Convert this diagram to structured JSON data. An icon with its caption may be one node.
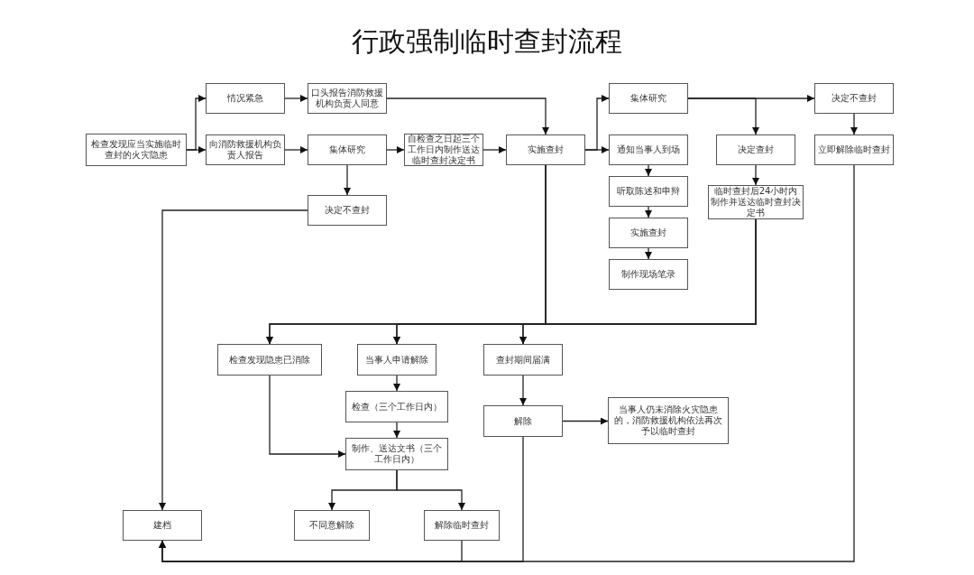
{
  "diagram": {
    "title": "行政强制临时查封流程",
    "nodes": [
      {
        "text": [
          "检查发现应当实施临时查封的火灾隐患"
        ]
      },
      {
        "text": [
          "情况紧急"
        ]
      },
      {
        "text": [
          "口头报告消防救援机构负责人同意"
        ]
      },
      {
        "text": [
          "向消防救援机构负责人报告"
        ]
      },
      {
        "text": [
          "集体研究"
        ]
      },
      {
        "text": [
          "自检查之日起三个工作日内制作送达临时查封决定书"
        ]
      },
      {
        "text": [
          "实施查封"
        ]
      },
      {
        "text": [
          "决定不查封"
        ]
      },
      {
        "text": [
          "集体研究"
        ]
      },
      {
        "text": [
          "通知当事人到场"
        ]
      },
      {
        "text": [
          "听取陈述和申辩"
        ]
      },
      {
        "text": [
          "实施查封"
        ]
      },
      {
        "text": [
          "制作现场笔录"
        ]
      },
      {
        "text": [
          "决定查封"
        ]
      },
      {
        "text": [
          "临时查封后24小时内制作并送达临时查封决定书"
        ]
      },
      {
        "text": [
          "决定不查封"
        ]
      },
      {
        "text": [
          "立即解除临时查封"
        ]
      },
      {
        "text": [
          "检查发现隐患已消除"
        ]
      },
      {
        "text": [
          "当事人申请解除"
        ]
      },
      {
        "text": [
          "查封期间届满"
        ]
      },
      {
        "text": [
          "检查（三个工作日内）"
        ]
      },
      {
        "text": [
          "制作、送达文书（三个工作日内）"
        ]
      },
      {
        "text": [
          "解除"
        ]
      },
      {
        "text": [
          "当事人仍未消除火灾隐患的，消防救援机构依法再次予以临时查封"
        ]
      },
      {
        "text": [
          "建档"
        ]
      },
      {
        "text": [
          "不同意解除"
        ]
      },
      {
        "text": [
          "解除临时查封"
        ]
      }
    ],
    "edges": [
      {
        "from": 0,
        "to": 1,
        "arrow": "to"
      },
      {
        "from": 0,
        "to": 3,
        "arrow": "to"
      },
      {
        "from": 1,
        "to": 2,
        "arrow": "to"
      },
      {
        "from": 2,
        "to": 6,
        "arrow": "to"
      },
      {
        "from": 3,
        "to": 4,
        "arrow": "to"
      },
      {
        "from": 4,
        "to": 5,
        "arrow": "to"
      },
      {
        "from": 5,
        "to": 6,
        "arrow": "to"
      },
      {
        "from": 4,
        "to": 7,
        "arrow": "to"
      },
      {
        "from": 7,
        "to": 24,
        "arrow": "to"
      },
      {
        "from": 6,
        "to": 8,
        "arrow": "to"
      },
      {
        "from": 6,
        "to": 9,
        "arrow": "to"
      },
      {
        "from": 8,
        "to": 13,
        "arrow": "to"
      },
      {
        "from": 8,
        "to": 15,
        "arrow": "to"
      },
      {
        "from": 15,
        "to": 16,
        "arrow": "to"
      },
      {
        "from": 9,
        "to": 10,
        "arrow": "to"
      },
      {
        "from": 10,
        "to": 11,
        "arrow": "to"
      },
      {
        "from": 11,
        "to": 12,
        "arrow": "to"
      },
      {
        "from": 13,
        "to": 14,
        "arrow": "to"
      },
      {
        "from": 6,
        "to": 17,
        "arrow": "to"
      },
      {
        "from": 6,
        "to": 18,
        "arrow": "to"
      },
      {
        "from": 6,
        "to": 19,
        "arrow": "to"
      },
      {
        "from": 14,
        "to": 17,
        "arrow": "to"
      },
      {
        "from": 14,
        "to": 18,
        "arrow": "to"
      },
      {
        "from": 14,
        "to": 19,
        "arrow": "to"
      },
      {
        "from": 18,
        "to": 20,
        "arrow": "to"
      },
      {
        "from": 20,
        "to": 21,
        "arrow": "to"
      },
      {
        "from": 17,
        "to": 21,
        "arrow": "to"
      },
      {
        "from": 21,
        "to": 25,
        "arrow": "to"
      },
      {
        "from": 21,
        "to": 26,
        "arrow": "to"
      },
      {
        "from": 19,
        "to": 22,
        "arrow": "to"
      },
      {
        "from": 22,
        "to": 23,
        "arrow": "to"
      },
      {
        "from": 26,
        "to": 24,
        "arrow": "to"
      },
      {
        "from": 22,
        "to": 24,
        "arrow": "to"
      },
      {
        "from": 16,
        "to": 24,
        "arrow": "to"
      }
    ]
  }
}
